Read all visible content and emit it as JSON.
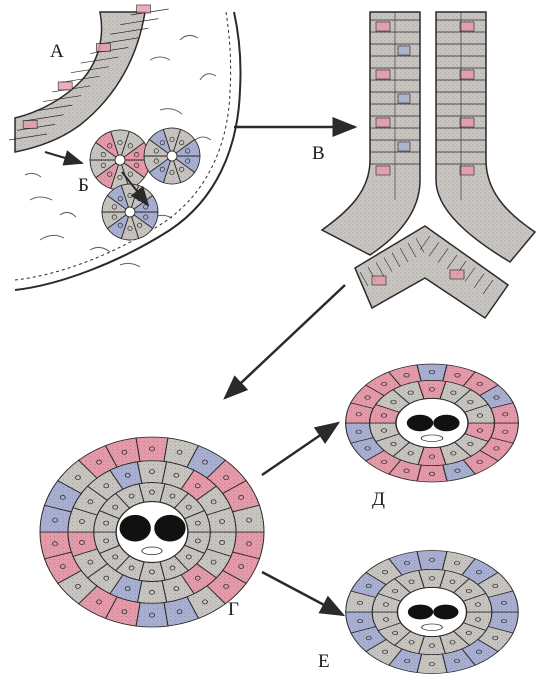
{
  "labels": {
    "a": "А",
    "b": "Б",
    "v": "В",
    "g": "Г",
    "d": "Д",
    "e": "Е"
  },
  "colors": {
    "pink": "#e79aaa",
    "blue": "#a9b0d4",
    "gray": "#c9c6c2",
    "ink": "#2a2a2a",
    "lumen": "#111111"
  }
}
